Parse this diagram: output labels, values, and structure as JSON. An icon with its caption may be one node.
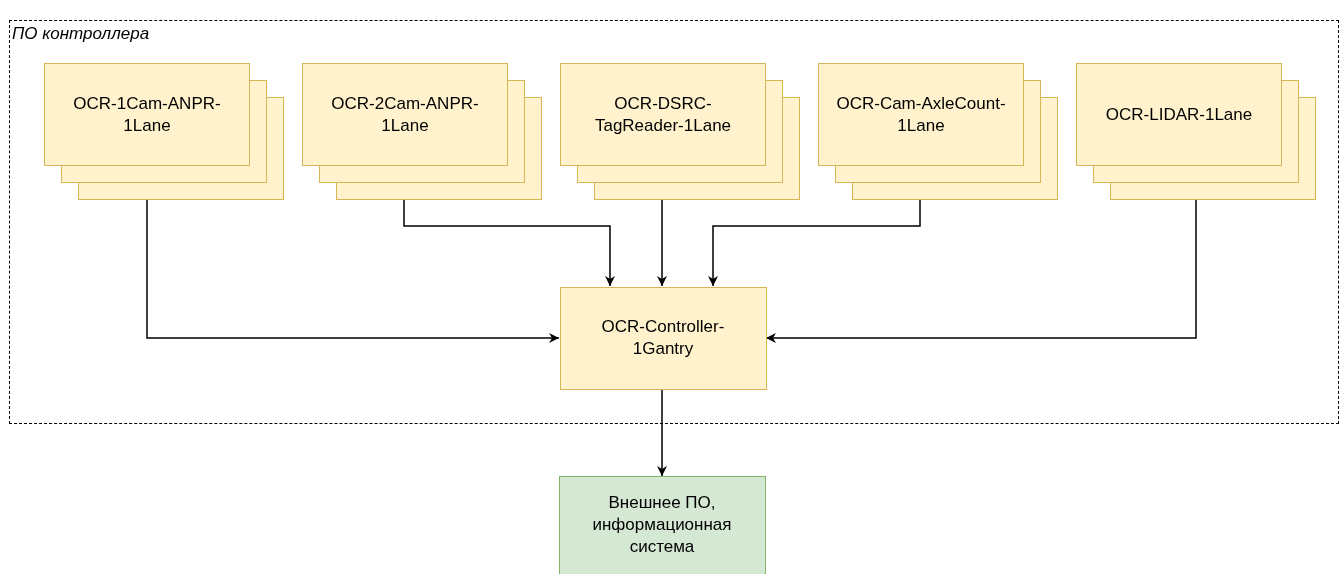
{
  "diagram": {
    "nodes": [
      {
        "text": [
          "ПО контроллера"
        ]
      },
      {
        "text": [
          "OCR-1Cam-ANPR-1Lane"
        ],
        "in": 0
      },
      {
        "text": [
          "OCR-2Cam-ANPR-1Lane"
        ],
        "in": 0
      },
      {
        "text": [
          "OCR-DSRC-TagReader-1Lane"
        ],
        "in": 0
      },
      {
        "text": [
          "OCR-Cam-AxleCount-1Lane"
        ],
        "in": 0
      },
      {
        "text": [
          "OCR-LIDAR-1Lane"
        ],
        "in": 0
      },
      {
        "text": [
          "OCR-Controller-1Gantry"
        ],
        "in": 0
      },
      {
        "text": [
          "Внешнее ПО, информационная система"
        ]
      }
    ],
    "edges": [
      {
        "from": 1,
        "to": 6,
        "arrow": "to"
      },
      {
        "from": 2,
        "to": 6,
        "arrow": "to"
      },
      {
        "from": 3,
        "to": 6,
        "arrow": "to"
      },
      {
        "from": 4,
        "to": 6,
        "arrow": "to"
      },
      {
        "from": 5,
        "to": 6,
        "arrow": "to"
      },
      {
        "from": 6,
        "to": 7,
        "arrow": "to"
      }
    ]
  }
}
